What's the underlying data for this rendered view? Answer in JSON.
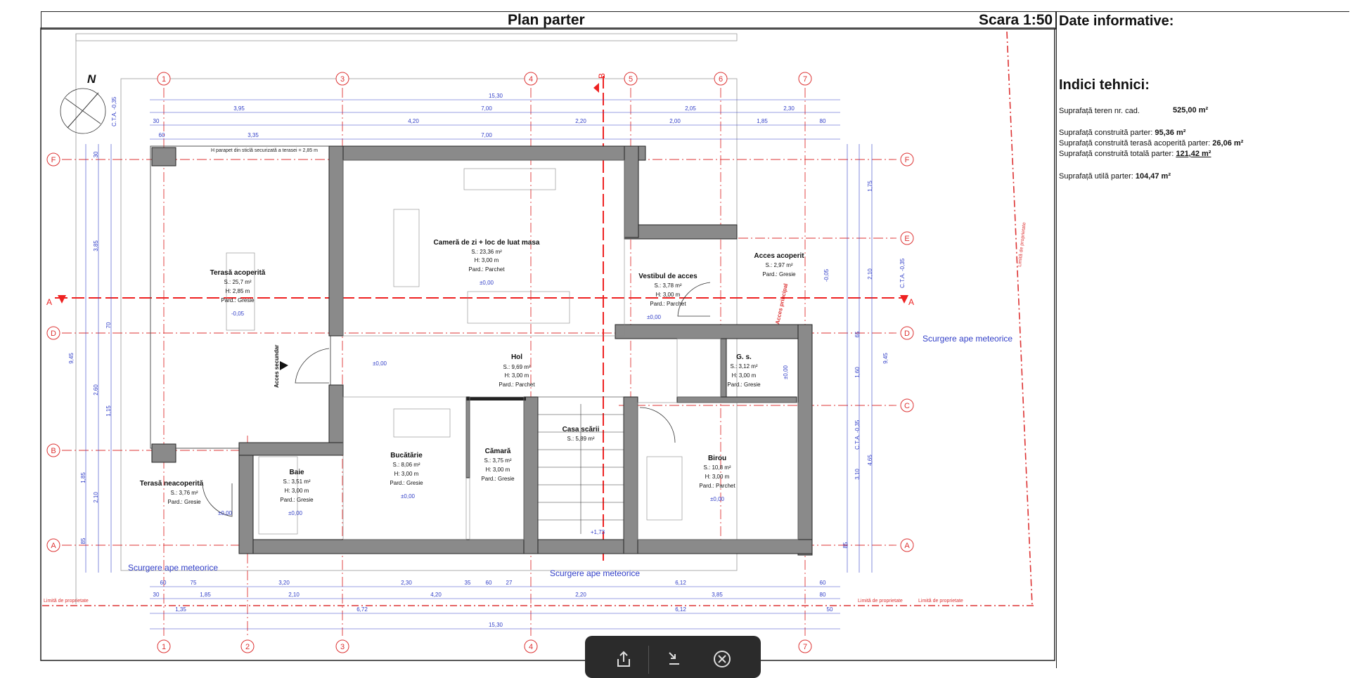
{
  "header": {
    "plan_title": "Plan parter",
    "scale": "Scara 1:50",
    "info_title": "Date informative:"
  },
  "indicators": {
    "title": "Indici tehnici:",
    "teren_label": "Suprafață teren nr. cad.",
    "teren_value": "525,00 m²",
    "sc_parter_label": "Suprafață construită parter: ",
    "sc_parter_value": "95,36 m²",
    "sc_terasa_label": "Suprafață construită terasă acoperită parter: ",
    "sc_terasa_value": "26,06 m²",
    "sc_totala_label": "Suprafață construită totală parter: ",
    "sc_totala_value": "121,42 m²",
    "su_label": "Suprafață utilă parter: ",
    "su_value": "104,47 m²"
  },
  "north": "N",
  "axes_numbers": [
    "1",
    "2",
    "3",
    "4",
    "5",
    "6",
    "7"
  ],
  "axes_letters": [
    "F",
    "E",
    "D",
    "C",
    "B",
    "A"
  ],
  "section_labels": {
    "a": "A",
    "b": "B"
  },
  "rooms": [
    {
      "name": "Terasă acoperită",
      "s": "S.: 25,7 m²",
      "h": "H: 2,85 m",
      "p": "Pard.: Gresie",
      "lvl": "-0,05"
    },
    {
      "name": "Cameră de zi + loc de luat masa",
      "s": "S.: 23,36 m²",
      "h": "H: 3,00 m",
      "p": "Pard.: Parchet",
      "lvl": "±0,00"
    },
    {
      "name": "Vestibul de acces",
      "s": "S.: 3,78 m²",
      "h": "H: 3,00 m",
      "p": "Pard.: Parchet",
      "lvl": "±0,00"
    },
    {
      "name": "Acces acoperit",
      "s": "S.: 2,97 m²",
      "h": "",
      "p": "Pard.: Gresie",
      "lvl": "-0,05"
    },
    {
      "name": "Hol",
      "s": "S.: 9,69 m²",
      "h": "H: 3,00 m",
      "p": "Pard.: Parchet",
      "lvl": "±0,00"
    },
    {
      "name": "G. s.",
      "s": "S.: 3,12 m²",
      "h": "H: 3,00 m",
      "p": "Pard.: Gresie",
      "lvl": "±0,00"
    },
    {
      "name": "Casa scării",
      "s": "S.: 5,89 m²",
      "h": "",
      "p": "",
      "lvl": "+1,73"
    },
    {
      "name": "Bucătărie",
      "s": "S.: 8,06 m²",
      "h": "H: 3,00 m",
      "p": "Pard.: Gresie",
      "lvl": "±0,00"
    },
    {
      "name": "Cămară",
      "s": "S.: 3,75 m²",
      "h": "H: 3,00 m",
      "p": "Pard.: Gresie",
      "lvl": ""
    },
    {
      "name": "Baie",
      "s": "S.: 3,51 m²",
      "h": "H: 3,00 m",
      "p": "Pard.: Gresie",
      "lvl": "±0,00"
    },
    {
      "name": "Birou",
      "s": "S.: 10,8 m²",
      "h": "H: 3,00 m",
      "p": "Pard.: Parchet",
      "lvl": "±0,00"
    },
    {
      "name": "Terasă neacoperită",
      "s": "S.: 3,76 m²",
      "h": "",
      "p": "Pard.: Gresie",
      "lvl": "±0,00"
    }
  ],
  "labels": {
    "acces_secundar": "Acces secundar",
    "acces_principal": "Acces principal",
    "scurgere_1": "Scurgere ape meteorice",
    "scurgere_2": "Scurgere ape meteorice",
    "scurgere_3": "Scurgere ape meteorice",
    "limita_1": "Limită de proprietate",
    "limita_2": "Limită de proprietate",
    "limita_3": "Limită de proprietate",
    "limita_4": "Limită de proprietate",
    "cta_1": "C.T.A. -0,35",
    "cta_2": "C.T.A. -0,35",
    "cta_3": "C.T.A. -0,35",
    "h_parapet": "H parapet din sticlă securizată a terasei = 2,85 m"
  },
  "dims_top": {
    "overall": "15,30",
    "row2": [
      "3,95",
      "7,00",
      "2,05",
      "2,30"
    ],
    "row3": [
      "30",
      "4,20",
      "2,20",
      "2,00",
      "1,85",
      "80"
    ],
    "row4": [
      "60",
      "3,35",
      "7,00"
    ]
  },
  "dims_bottom": {
    "row1": [
      "60",
      "75",
      "3,20",
      "2,30",
      "35",
      "60",
      "27",
      "6,12",
      "60"
    ],
    "row2": [
      "30",
      "1,85",
      "2,10",
      "4,20",
      "2,20",
      "3,85",
      "80"
    ],
    "row3": [
      "1,35",
      "6,72",
      "6,12",
      "50"
    ],
    "overall": "15,30"
  },
  "dims_side": {
    "left_overall": "9,45",
    "left": [
      "30",
      "3,85",
      "70",
      "2,60",
      "1,15",
      "1,85",
      "2,10",
      "85"
    ],
    "right_overall": "9,45",
    "right": [
      "1,75",
      "2,10",
      "65",
      "1,60",
      "4,65",
      "3,10",
      "85"
    ]
  }
}
